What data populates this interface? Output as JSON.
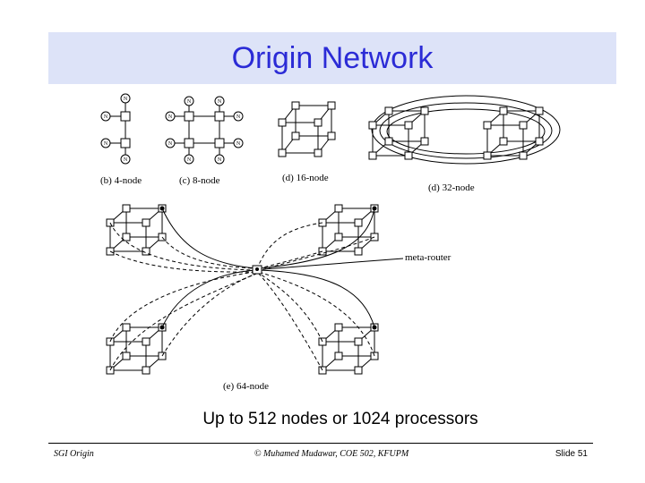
{
  "slide": {
    "title": "Origin Network",
    "subtitle": "Up to 512 nodes or 1024 processors",
    "footer_left": "SGI Origin",
    "footer_center": "© Muhamed Mudawar, COE 502, KFUPM",
    "footer_right": "Slide 51"
  },
  "diagram": {
    "node_label": "N",
    "captions": {
      "four_node": "(b) 4-node",
      "eight_node": "(c) 8-node",
      "sixteen_node": "(d) 16-node",
      "thirtytwo_node": "(d) 32-node",
      "meta_router": "meta-router",
      "sixtyfour_node": "(e) 64-node"
    }
  }
}
